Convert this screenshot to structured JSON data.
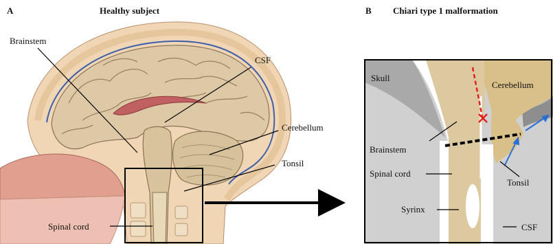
{
  "panel_a": {
    "letter": "A",
    "title": "Healthy subject",
    "labels": {
      "brainstem": "Brainstem",
      "csf": "CSF",
      "cerebellum": "Cerebellum",
      "tonsil": "Tonsil",
      "spinal_cord": "Spinal cord"
    }
  },
  "panel_b": {
    "letter": "B",
    "title": "Chiari type 1 malformation",
    "labels": {
      "skull": "Skull",
      "cerebellum": "Cerebellum",
      "brainstem": "Brainstem",
      "spinal_cord": "Spinal cord",
      "tonsil": "Tonsil",
      "syrinx": "Syrinx",
      "csf": "CSF"
    }
  },
  "colors": {
    "skull_gray": "#a9a9a9",
    "csf_gray": "#d0d0d0",
    "tissue_tan": "#dcc9a0",
    "cerebellum_gold": "#d9c089",
    "blocked_flow": "#e02020",
    "csf_flow": "#2a6fd6",
    "brain_beige": "#dcc8a3",
    "face_pink": "#e1a08f"
  }
}
